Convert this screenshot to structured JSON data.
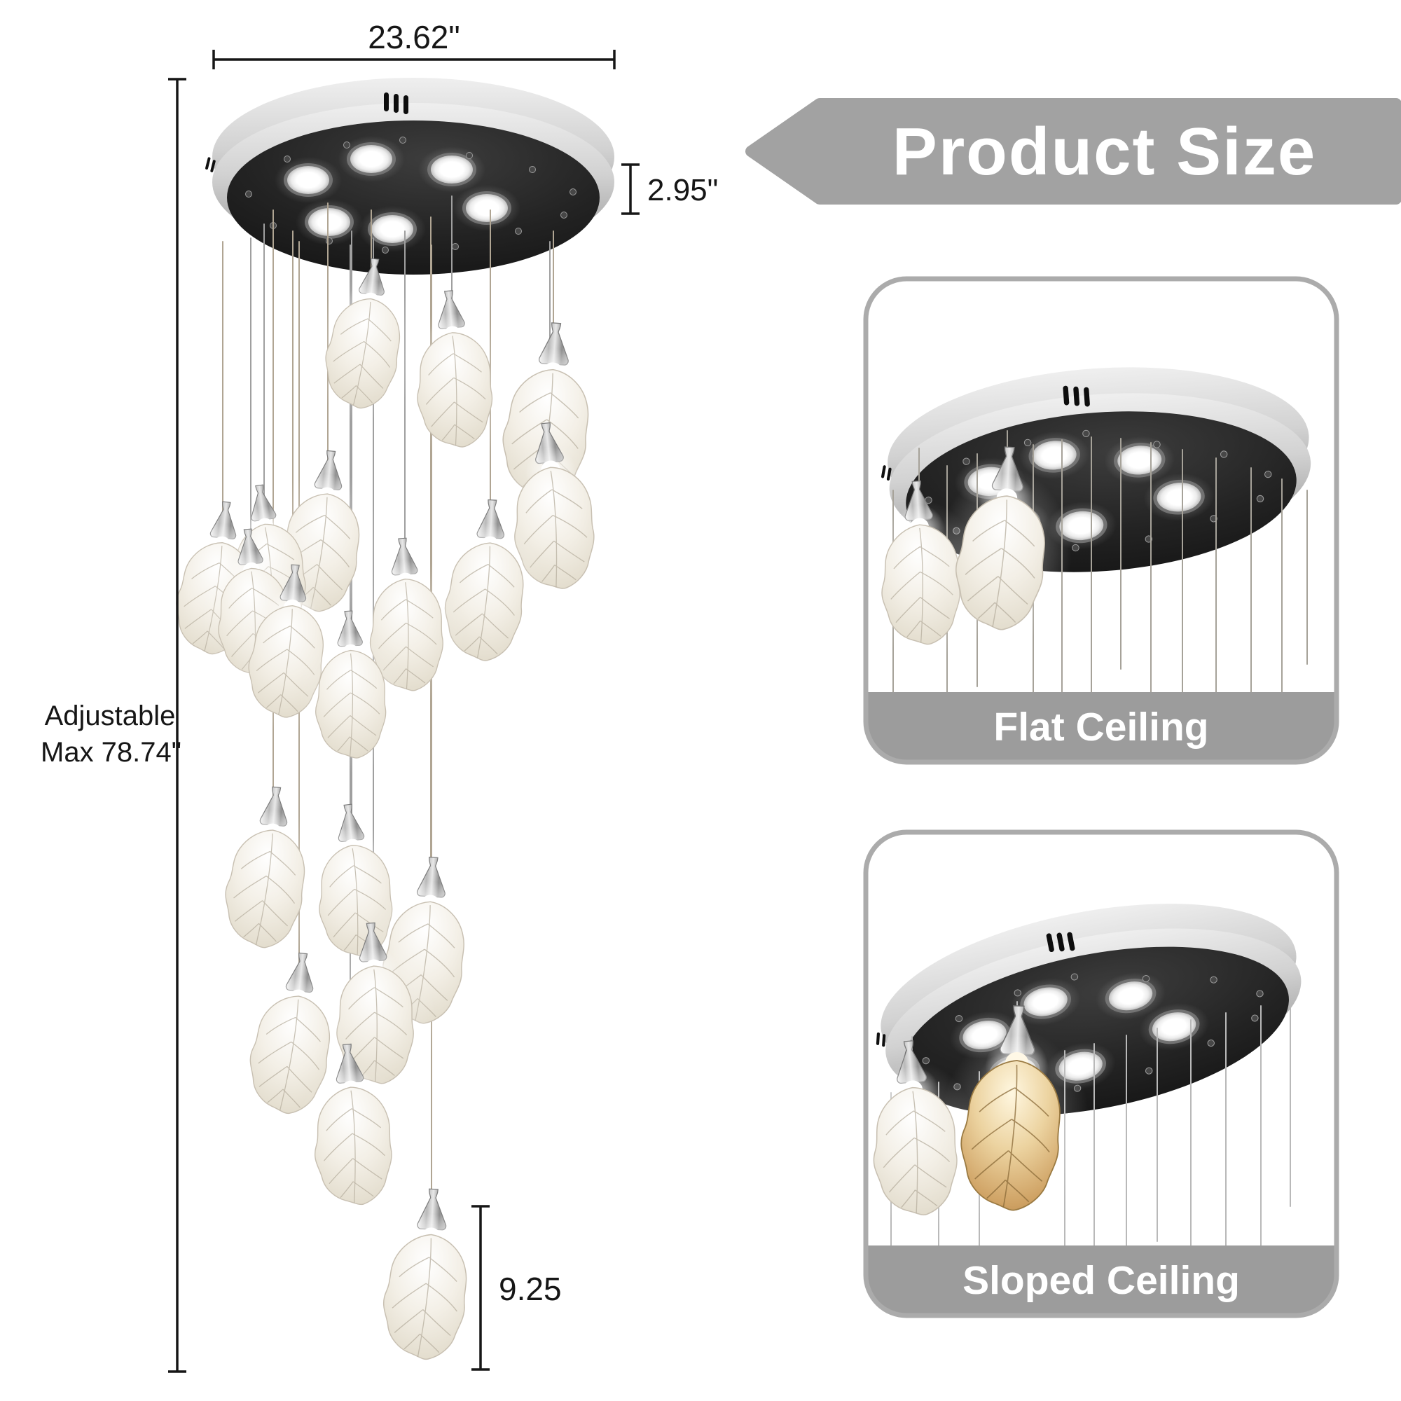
{
  "header": {
    "banner_label": "Product Size"
  },
  "main_diagram": {
    "width_label": "23.62\"",
    "canopy_height_label": "2.95\"",
    "adjustable_line1": "Adjustable",
    "adjustable_line2": "Max 78.74\"",
    "bottom_pendant_label": "9.25"
  },
  "panels": {
    "flat": {
      "label": "Flat Ceiling"
    },
    "sloped": {
      "label": "Sloped Ceiling"
    }
  },
  "colors": {
    "banner_bg": "#a2a2a2",
    "panel_border": "#ababab",
    "caption_band": "#9c9c9c",
    "annotation_text": "#161616",
    "canopy_rim_silver": "#d2d2d2",
    "canopy_face_black": "#1e1e1e",
    "leaf_glass": "#efe9dd",
    "leaf_gold": "#c89a5a",
    "wire_gray": "#9f9f9f"
  }
}
